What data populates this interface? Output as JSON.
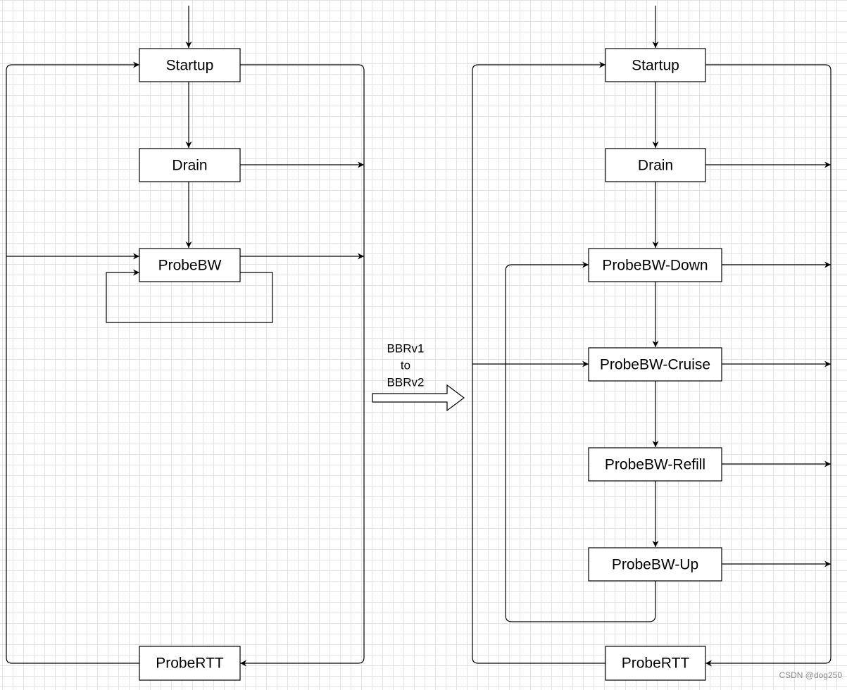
{
  "bbrv1": {
    "startup": "Startup",
    "drain": "Drain",
    "probe_bw": "ProbeBW",
    "probe_rtt": "ProbeRTT"
  },
  "transition": {
    "line1": "BBRv1",
    "line2": "to",
    "line3": "BBRv2"
  },
  "bbrv2": {
    "startup": "Startup",
    "drain": "Drain",
    "probe_bw_down": "ProbeBW-Down",
    "probe_bw_cruise": "ProbeBW-Cruise",
    "probe_bw_refill": "ProbeBW-Refill",
    "probe_bw_up": "ProbeBW-Up",
    "probe_rtt": "ProbeRTT"
  },
  "watermark": "CSDN @dog250"
}
